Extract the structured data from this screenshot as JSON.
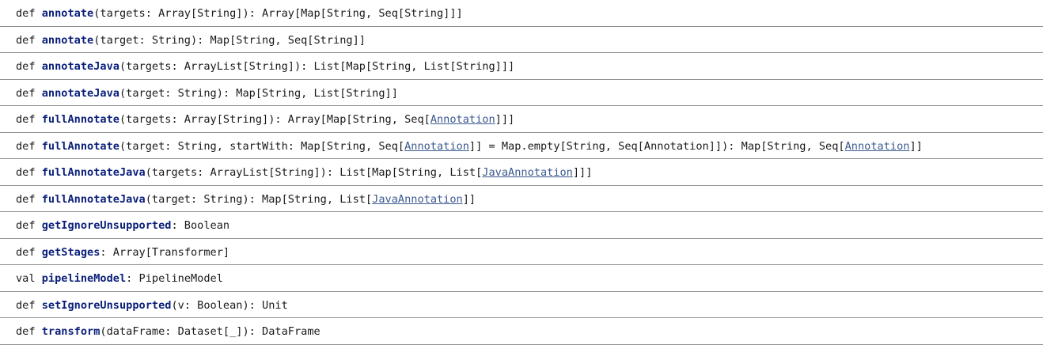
{
  "members": [
    {
      "kw": "def",
      "name": "annotate",
      "parts": [
        {
          "t": "(targets: Array[String]): Array[Map[String, Seq[String]]]"
        }
      ]
    },
    {
      "kw": "def",
      "name": "annotate",
      "parts": [
        {
          "t": "(target: String): Map[String, Seq[String]]"
        }
      ]
    },
    {
      "kw": "def",
      "name": "annotateJava",
      "parts": [
        {
          "t": "(targets: ArrayList[String]): List[Map[String, List[String]]]"
        }
      ]
    },
    {
      "kw": "def",
      "name": "annotateJava",
      "parts": [
        {
          "t": "(target: String): Map[String, List[String]]"
        }
      ]
    },
    {
      "kw": "def",
      "name": "fullAnnotate",
      "parts": [
        {
          "t": "(targets: Array[String]): Array[Map[String, Seq["
        },
        {
          "t": "Annotation",
          "link": true
        },
        {
          "t": "]]]"
        }
      ]
    },
    {
      "kw": "def",
      "name": "fullAnnotate",
      "parts": [
        {
          "t": "(target: String, startWith: Map[String, Seq["
        },
        {
          "t": "Annotation",
          "link": true
        },
        {
          "t": "]] = Map.empty[String, Seq[Annotation]]): Map[String, Seq["
        },
        {
          "t": "Annotation",
          "link": true
        },
        {
          "t": "]]"
        }
      ]
    },
    {
      "kw": "def",
      "name": "fullAnnotateJava",
      "parts": [
        {
          "t": "(targets: ArrayList[String]): List[Map[String, List["
        },
        {
          "t": "JavaAnnotation",
          "link": true
        },
        {
          "t": "]]]"
        }
      ]
    },
    {
      "kw": "def",
      "name": "fullAnnotateJava",
      "parts": [
        {
          "t": "(target: String): Map[String, List["
        },
        {
          "t": "JavaAnnotation",
          "link": true
        },
        {
          "t": "]]"
        }
      ]
    },
    {
      "kw": "def",
      "name": "getIgnoreUnsupported",
      "parts": [
        {
          "t": ": Boolean"
        }
      ]
    },
    {
      "kw": "def",
      "name": "getStages",
      "parts": [
        {
          "t": ": Array[Transformer]"
        }
      ]
    },
    {
      "kw": "val",
      "name": "pipelineModel",
      "parts": [
        {
          "t": ": PipelineModel"
        }
      ]
    },
    {
      "kw": "def",
      "name": "setIgnoreUnsupported",
      "parts": [
        {
          "t": "(v: Boolean): Unit"
        }
      ]
    },
    {
      "kw": "def",
      "name": "transform",
      "parts": [
        {
          "t": "(dataFrame: Dataset[_]): DataFrame"
        }
      ]
    }
  ]
}
